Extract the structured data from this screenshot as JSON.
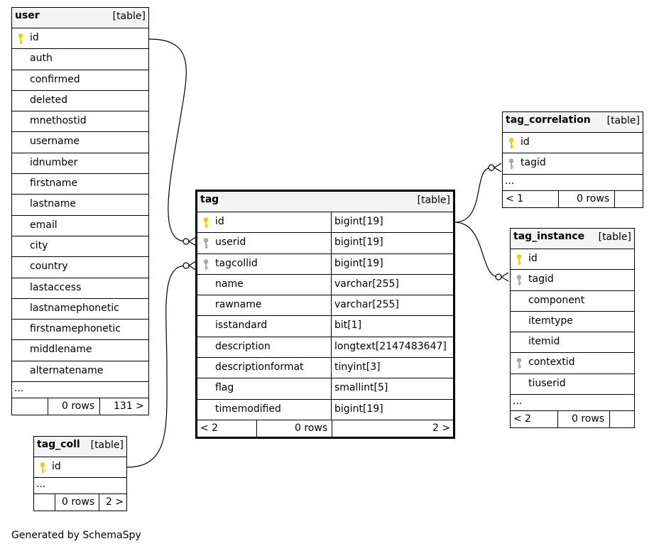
{
  "tables": {
    "user": {
      "name": "user",
      "kind": "[table]",
      "columns": [
        "id",
        "auth",
        "confirmed",
        "deleted",
        "mnethostid",
        "username",
        "idnumber",
        "firstname",
        "lastname",
        "email",
        "city",
        "country",
        "lastaccess",
        "lastnamephonetic",
        "firstnamephonetic",
        "middlename",
        "alternatename"
      ],
      "more": "...",
      "footer": {
        "left": "",
        "mid": "0 rows",
        "right": "131 >"
      }
    },
    "tag": {
      "name": "tag",
      "kind": "[table]",
      "columns": [
        {
          "name": "id",
          "type": "bigint[19]"
        },
        {
          "name": "userid",
          "type": "bigint[19]"
        },
        {
          "name": "tagcollid",
          "type": "bigint[19]"
        },
        {
          "name": "name",
          "type": "varchar[255]"
        },
        {
          "name": "rawname",
          "type": "varchar[255]"
        },
        {
          "name": "isstandard",
          "type": "bit[1]"
        },
        {
          "name": "description",
          "type": "longtext[2147483647]"
        },
        {
          "name": "descriptionformat",
          "type": "tinyint[3]"
        },
        {
          "name": "flag",
          "type": "smallint[5]"
        },
        {
          "name": "timemodified",
          "type": "bigint[19]"
        }
      ],
      "footer": {
        "left": "< 2",
        "mid": "0 rows",
        "right": "2 >"
      }
    },
    "tag_correlation": {
      "name": "tag_correlation",
      "kind": "[table]",
      "columns": [
        "id",
        "tagid"
      ],
      "more": "...",
      "footer": {
        "left": "< 1",
        "mid": "0 rows",
        "right": ""
      }
    },
    "tag_instance": {
      "name": "tag_instance",
      "kind": "[table]",
      "columns": [
        "id",
        "tagid",
        "component",
        "itemtype",
        "itemid",
        "contextid",
        "tiuserid"
      ],
      "more": "...",
      "footer": {
        "left": "< 2",
        "mid": "0 rows",
        "right": ""
      }
    },
    "tag_coll": {
      "name": "tag_coll",
      "kind": "[table]",
      "columns": [
        "id"
      ],
      "more": "...",
      "footer": {
        "left": "",
        "mid": "0 rows",
        "right": "2 >"
      }
    }
  },
  "icons": {
    "primary_key": "key-icon",
    "foreign_key": "key-icon",
    "pk_color": "#e6d200",
    "fk_color": "#aaaaaa"
  },
  "footer_text": "Generated by SchemaSpy"
}
